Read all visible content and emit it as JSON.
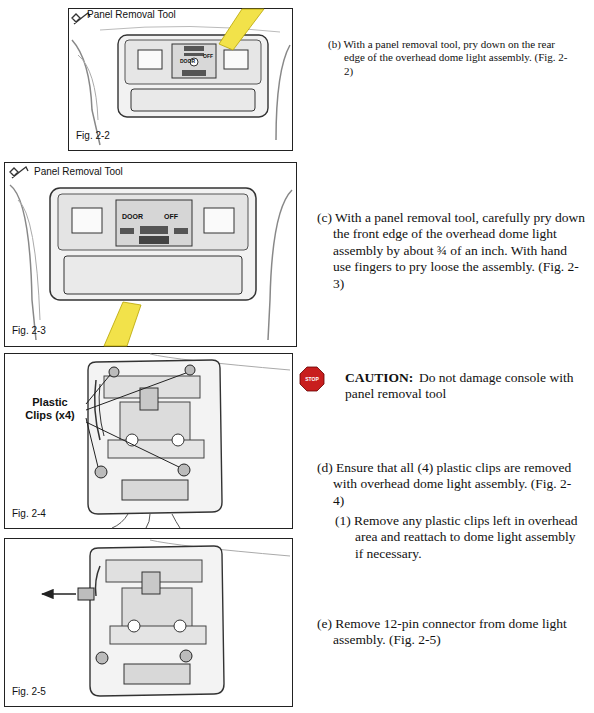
{
  "diagram": {
    "labels": [
      "Panel Removal Tool",
      "Fig. 2-2",
      "DOOR",
      "OFF",
      "(b) With a panel removal tool, pry down on the rear edge of the overhead dome light assembly. (Fig. 2-2)",
      "Panel Removal Tool",
      "DOOR",
      "OFF",
      "Fig. 2-3",
      "(c) With a panel removal tool, carefully pry down the front edge of the overhead dome light assembly by about ¾ of an inch. With hand use fingers to pry loose the assembly. (Fig. 2-3)",
      "STOP",
      "CAUTION:",
      "Do not damage console with panel removal tool",
      "Plastic Clips (x4)",
      "Fig. 2-4",
      "(d) Ensure that all (4) plastic clips are removed with overhead dome light assembly. (Fig. 2-4)",
      "(1) Remove any plastic clips left in overhead area and reattach to dome light assembly if necessary.",
      "Fig. 2-5",
      "(e) Remove 12-pin connector from dome light assembly. (Fig. 2-5)"
    ]
  }
}
